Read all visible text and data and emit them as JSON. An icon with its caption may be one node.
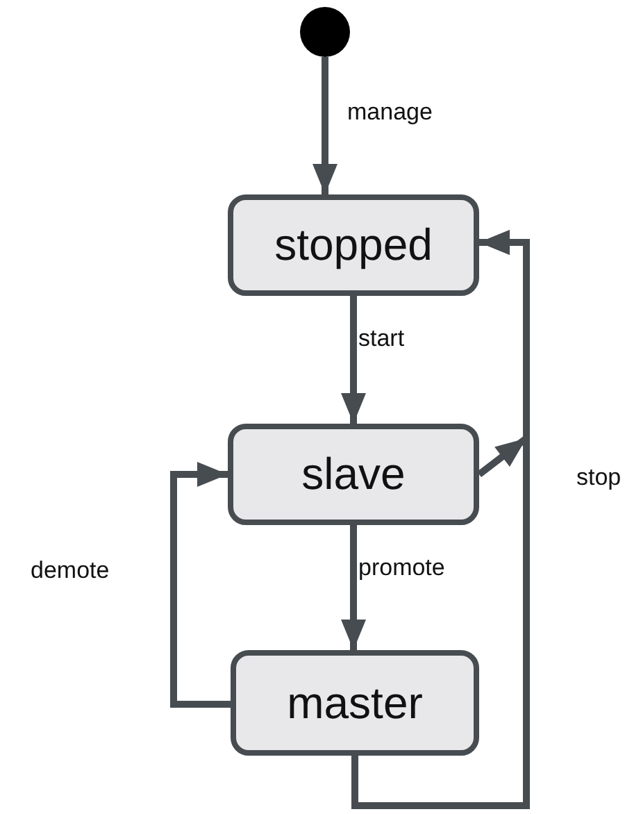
{
  "diagram": {
    "nodes": [
      {
        "text": [],
        "shape": "circle"
      },
      {
        "text": [
          "stopped"
        ]
      },
      {
        "text": [
          "slave"
        ]
      },
      {
        "text": [
          "master"
        ]
      }
    ],
    "edges": [
      {
        "from": 0,
        "to": 1,
        "arrow": "to",
        "label": "manage"
      },
      {
        "from": 1,
        "to": 2,
        "arrow": "to",
        "label": "start"
      },
      {
        "from": 2,
        "to": 3,
        "arrow": "to",
        "label": "promote"
      },
      {
        "from": 3,
        "to": 2,
        "arrow": "to",
        "label": "demote"
      },
      {
        "from": 2,
        "to": 1,
        "arrow": "to"
      },
      {
        "from": 3,
        "to": 1,
        "arrow": "to",
        "label": "stop"
      }
    ]
  }
}
